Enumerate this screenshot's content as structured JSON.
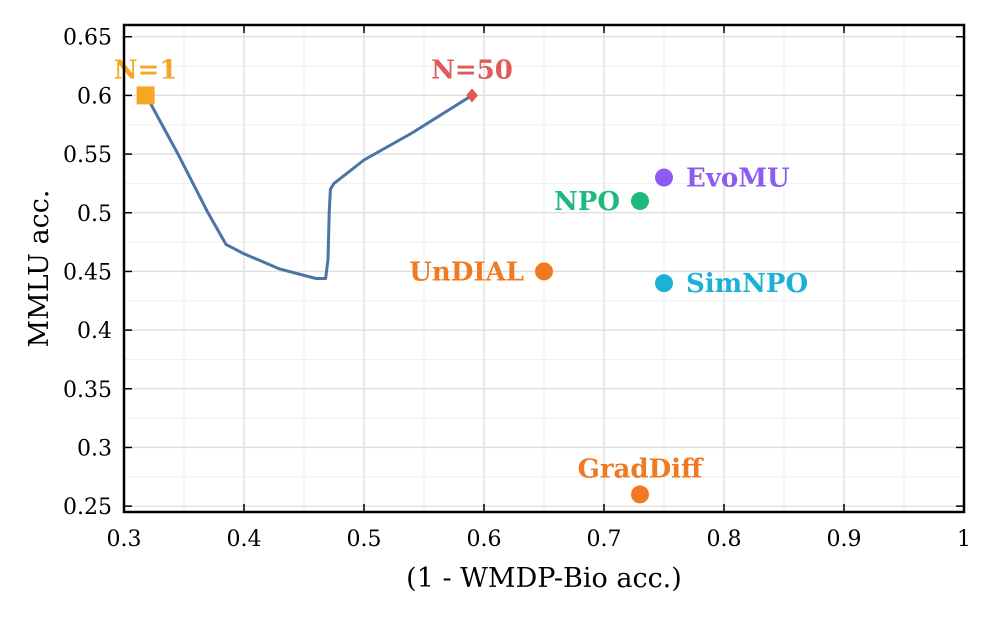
{
  "chart_data": {
    "type": "scatter",
    "xlabel": "(1 - WMDP-Bio acc.)",
    "ylabel": "MMLU acc.",
    "xlim": [
      0.3,
      1.0
    ],
    "ylim": [
      0.245,
      0.66
    ],
    "x_ticks": [
      "0.3",
      "0.4",
      "0.5",
      "0.6",
      "0.7",
      "0.8",
      "0.9",
      "1"
    ],
    "y_ticks": [
      "0.25",
      "0.3",
      "0.35",
      "0.4",
      "0.45",
      "0.5",
      "0.55",
      "0.6",
      "0.65"
    ],
    "x_tick_values": [
      0.3,
      0.4,
      0.5,
      0.6,
      0.7,
      0.8,
      0.9,
      1.0
    ],
    "y_tick_values": [
      0.25,
      0.3,
      0.35,
      0.4,
      0.45,
      0.5,
      0.55,
      0.6,
      0.65
    ],
    "grid": true,
    "curve": {
      "color": "#4a75a6",
      "x": [
        0.32,
        0.345,
        0.37,
        0.385,
        0.4,
        0.43,
        0.46,
        0.468,
        0.47,
        0.471,
        0.472,
        0.475,
        0.5,
        0.54,
        0.59
      ],
      "y": [
        0.597,
        0.55,
        0.5,
        0.473,
        0.465,
        0.452,
        0.444,
        0.444,
        0.46,
        0.5,
        0.52,
        0.525,
        0.545,
        0.568,
        0.6
      ]
    },
    "points": [
      {
        "label": "N=1",
        "x": 0.318,
        "y": 0.6,
        "color": "#f5a623",
        "marker": "square",
        "label_pos": "above"
      },
      {
        "label": "N=50",
        "x": 0.59,
        "y": 0.6,
        "color": "#e05a5a",
        "marker": "diamond",
        "label_pos": "above"
      },
      {
        "label": "EvoMU",
        "x": 0.75,
        "y": 0.53,
        "color": "#8c5cf2",
        "marker": "circle",
        "label_pos": "right"
      },
      {
        "label": "NPO",
        "x": 0.73,
        "y": 0.51,
        "color": "#1fb87f",
        "marker": "circle",
        "label_pos": "left"
      },
      {
        "label": "UnDIAL",
        "x": 0.65,
        "y": 0.45,
        "color": "#f07a22",
        "marker": "circle",
        "label_pos": "left"
      },
      {
        "label": "SimNPO",
        "x": 0.75,
        "y": 0.44,
        "color": "#1ab2d4",
        "marker": "circle",
        "label_pos": "right"
      },
      {
        "label": "GradDiff",
        "x": 0.73,
        "y": 0.26,
        "color": "#f07a22",
        "marker": "circle",
        "label_pos": "above"
      }
    ]
  }
}
